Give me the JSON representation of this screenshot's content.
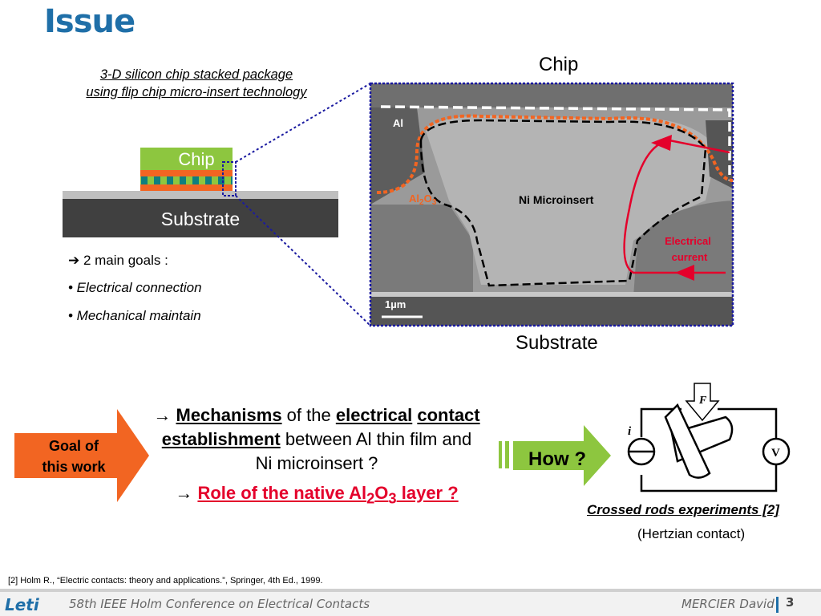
{
  "slide": {
    "title": "Issue",
    "package_caption_line1": "3-D silicon chip stacked package",
    "package_caption_line2": "using flip chip micro-insert technology",
    "chip_box_label": "Chip",
    "substrate_box_label": "Substrate",
    "goals_title": "2 main goals :",
    "goals": [
      "• Electrical connection",
      "• Mechanical maintain"
    ],
    "sem": {
      "chip_label": "Chip",
      "substrate_label": "Substrate",
      "al_label": "Al",
      "al2o3_label_main": "Al",
      "al2o3_sub1": "2",
      "al2o3_mid": "O",
      "al2o3_sub2": "3",
      "ni_label": "Ni Microinsert",
      "current_label_line1": "Electrical",
      "current_label_line2": "current",
      "scale_label": "1µm"
    },
    "goal_arrow_line1": "Goal of",
    "goal_arrow_line2": "this work",
    "main_arrow": "→",
    "mechanisms": "Mechanisms",
    "of_the": " of the ",
    "electrical": "electrical",
    "contact_establishment": "contact establishment",
    "between_rest": " between Al thin film and Ni microinsert ?",
    "role_prefix": "Role of the native Al",
    "role_sub1": "2",
    "role_mid": "O",
    "role_sub2": "3",
    "role_suffix": " layer ?",
    "how_label": "How ?",
    "circuit": {
      "force_label": "F",
      "current_label": "i",
      "voltmeter_label": "V"
    },
    "crossed_rods_title": "Crossed rods experiments [2]",
    "hertzian": "(Hertzian contact)",
    "reference": "[2] Holm R., “Electric contacts: theory and applications.”, Springer, 4th Ed., 1999.",
    "footer_logo": "Leti",
    "footer_conference": "58th IEEE Holm Conference on Electrical Contacts",
    "footer_author": "MERCIER David",
    "page_number": "3",
    "colors": {
      "title": "#1f6fa8",
      "chip_green": "#8dc63f",
      "orange": "#f26522",
      "red": "#e4002b",
      "substrate": "#404040"
    }
  }
}
